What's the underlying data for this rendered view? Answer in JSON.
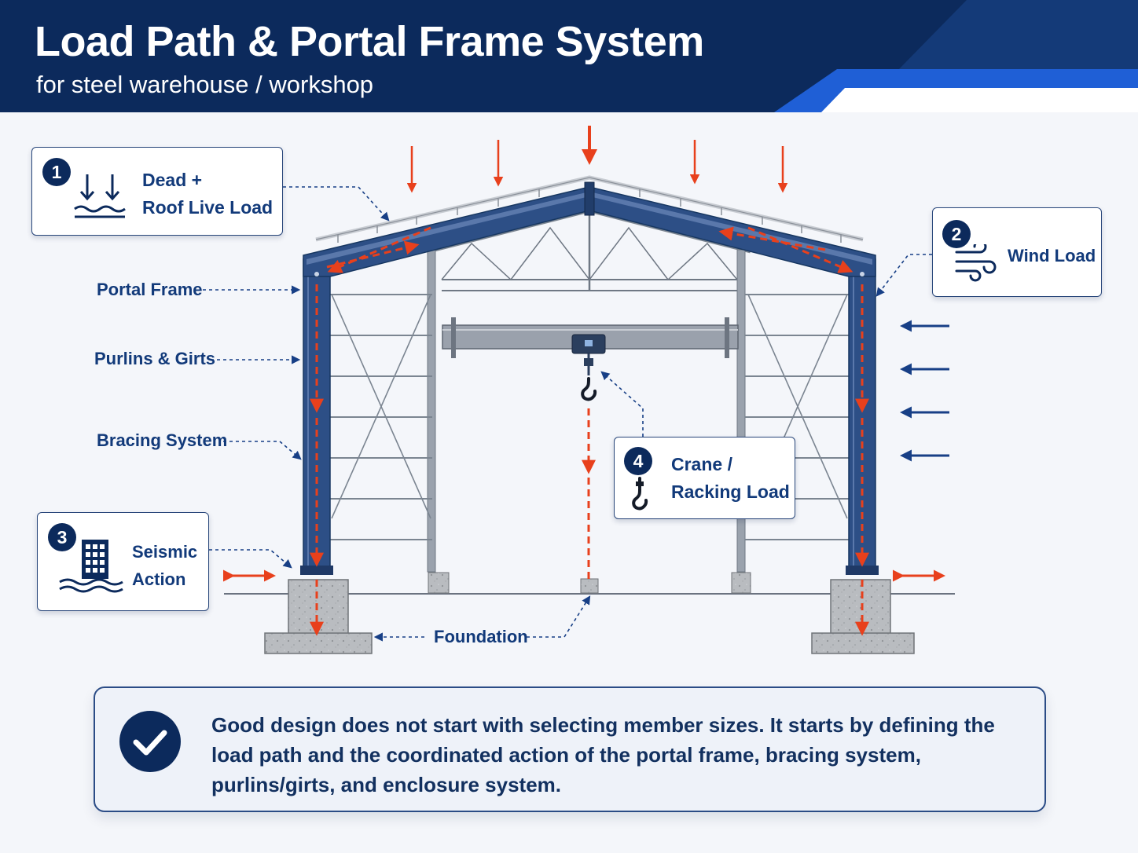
{
  "header": {
    "title": "Load Path & Portal Frame System",
    "subtitle": "for steel warehouse / workshop"
  },
  "cards": {
    "dead_load": {
      "number": "1",
      "line1": "Dead +",
      "line2": "Roof Live Load",
      "icon": "dead-load-arrows-icon"
    },
    "wind_load": {
      "number": "2",
      "line1": "Wind Load",
      "icon": "wind-icon"
    },
    "seismic": {
      "number": "3",
      "line1": "Seismic",
      "line2": "Action",
      "icon": "building-waves-icon"
    },
    "crane": {
      "number": "4",
      "line1": "Crane /",
      "line2": "Racking Load",
      "icon": "crane-hook-icon"
    }
  },
  "labels": {
    "portal_frame": "Portal Frame",
    "purlins_girts": "Purlins & Girts",
    "bracing_system": "Bracing System",
    "foundation": "Foundation"
  },
  "note": {
    "icon": "checkmark-icon",
    "text": "Good design does not start with selecting member sizes. It starts by defining the load path and the coordinated action of the portal frame, bracing system, purlins/girts, and enclosure system."
  },
  "colors": {
    "navy": "#0c2a5c",
    "steel_blue": "#2d4f86",
    "load_path_red": "#e8401c",
    "accent_blue": "#1f5fd6"
  }
}
